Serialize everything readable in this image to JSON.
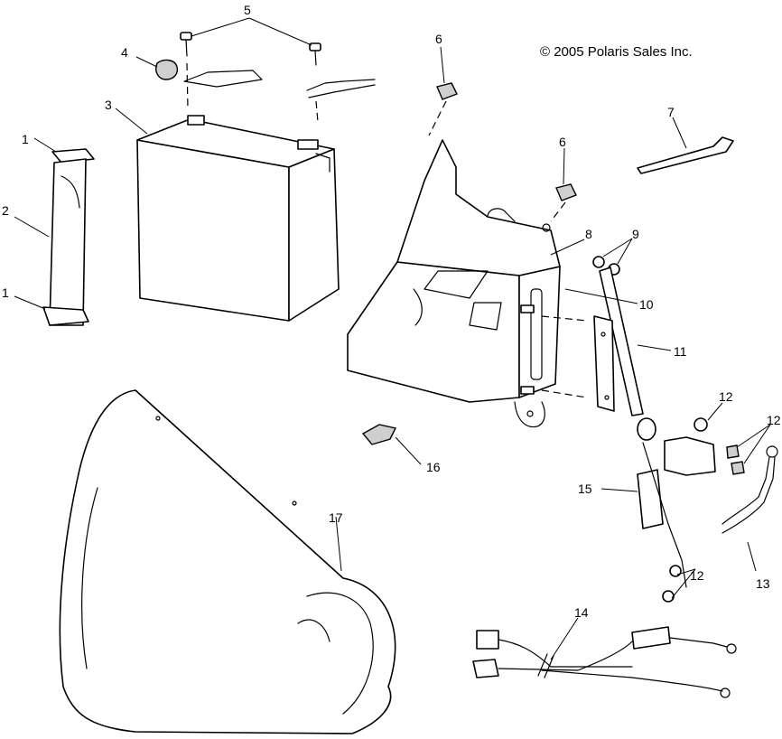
{
  "copyright": "© 2005 Polaris Sales Inc.",
  "callouts": [
    {
      "id": "c1a",
      "text": "1"
    },
    {
      "id": "c1b",
      "text": "1"
    },
    {
      "id": "c2",
      "text": "2"
    },
    {
      "id": "c3",
      "text": "3"
    },
    {
      "id": "c4",
      "text": "4"
    },
    {
      "id": "c5",
      "text": "5"
    },
    {
      "id": "c6a",
      "text": "6"
    },
    {
      "id": "c6b",
      "text": "6"
    },
    {
      "id": "c7",
      "text": "7"
    },
    {
      "id": "c8",
      "text": "8"
    },
    {
      "id": "c9",
      "text": "9"
    },
    {
      "id": "c10",
      "text": "10"
    },
    {
      "id": "c11",
      "text": "11"
    },
    {
      "id": "c12a",
      "text": "12"
    },
    {
      "id": "c12b",
      "text": "12"
    },
    {
      "id": "c12c",
      "text": "12"
    },
    {
      "id": "c13",
      "text": "13"
    },
    {
      "id": "c14",
      "text": "14"
    },
    {
      "id": "c15",
      "text": "15"
    },
    {
      "id": "c16",
      "text": "16"
    },
    {
      "id": "c17",
      "text": "17"
    }
  ]
}
